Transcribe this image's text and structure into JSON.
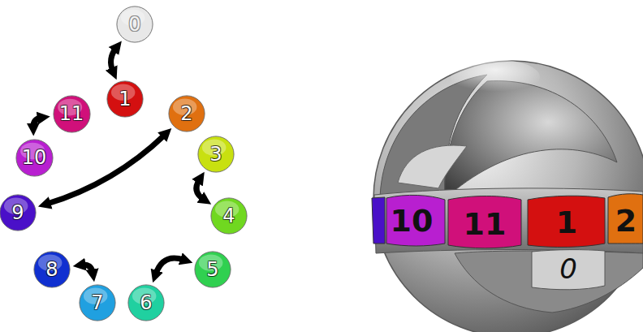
{
  "diagram": {
    "nodes": [
      {
        "text": [
          "0"
        ]
      },
      {
        "text": [
          "1"
        ]
      },
      {
        "text": [
          "11"
        ]
      },
      {
        "text": [
          "2"
        ]
      },
      {
        "text": [
          "10"
        ]
      },
      {
        "text": [
          "3"
        ]
      },
      {
        "text": [
          "9"
        ]
      },
      {
        "text": [
          "4"
        ]
      },
      {
        "text": [
          "8"
        ]
      },
      {
        "text": [
          "5"
        ]
      },
      {
        "text": [
          "7"
        ]
      },
      {
        "text": [
          "6"
        ]
      }
    ],
    "edges": [
      {
        "from": 0,
        "to": 1,
        "arrow": "both"
      },
      {
        "from": 2,
        "to": 4,
        "arrow": "both"
      },
      {
        "from": 3,
        "to": 6,
        "arrow": "both"
      },
      {
        "from": 5,
        "to": 7,
        "arrow": "both"
      },
      {
        "from": 9,
        "to": 11,
        "arrow": "both"
      },
      {
        "from": 8,
        "to": 10,
        "arrow": "both"
      }
    ],
    "labels": [
      "10",
      "11",
      "1",
      "2",
      "0"
    ]
  }
}
